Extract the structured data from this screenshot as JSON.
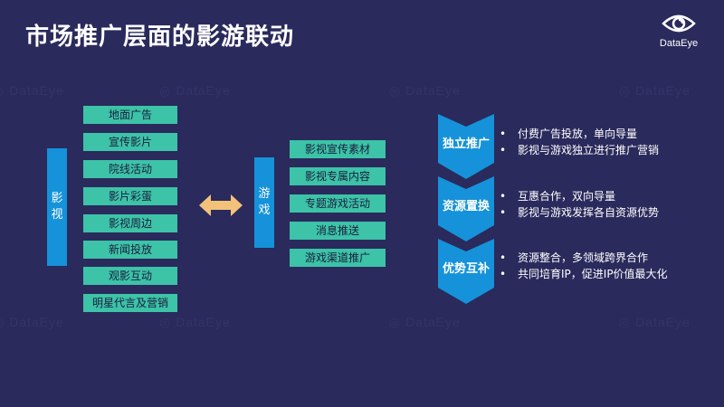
{
  "title": "市场推广层面的影游联动",
  "logo": {
    "text": "DataEye",
    "icon": "eye-icon"
  },
  "watermark": "DataEye",
  "left_group": {
    "label": "影视",
    "items": [
      "地面广告",
      "宣传影片",
      "院线活动",
      "影片彩蛋",
      "影视周边",
      "新闻投放",
      "观影互动",
      "明星代言及营销"
    ]
  },
  "arrow_icon": "double-arrow-icon",
  "right_group": {
    "label": "游戏",
    "items": [
      "影视宣传素材",
      "影视专属内容",
      "专题游戏活动",
      "消息推送",
      "游戏渠道推广"
    ]
  },
  "stages": [
    {
      "label": "独立推广",
      "points": [
        "付费广告投放，单向导量",
        "影视与游戏独立进行推广营销"
      ]
    },
    {
      "label": "资源置换",
      "points": [
        "互惠合作，双向导量",
        "影视与游戏发挥各自资源优势"
      ]
    },
    {
      "label": "优势互补",
      "points": [
        "资源整合，多领域跨界合作",
        "共同培育IP，促进IP价值最大化"
      ]
    }
  ],
  "colors": {
    "background": "#2a2a5c",
    "blue": "#1592d9",
    "teal": "#3cc3a8",
    "arrow": "#f3c27a"
  }
}
